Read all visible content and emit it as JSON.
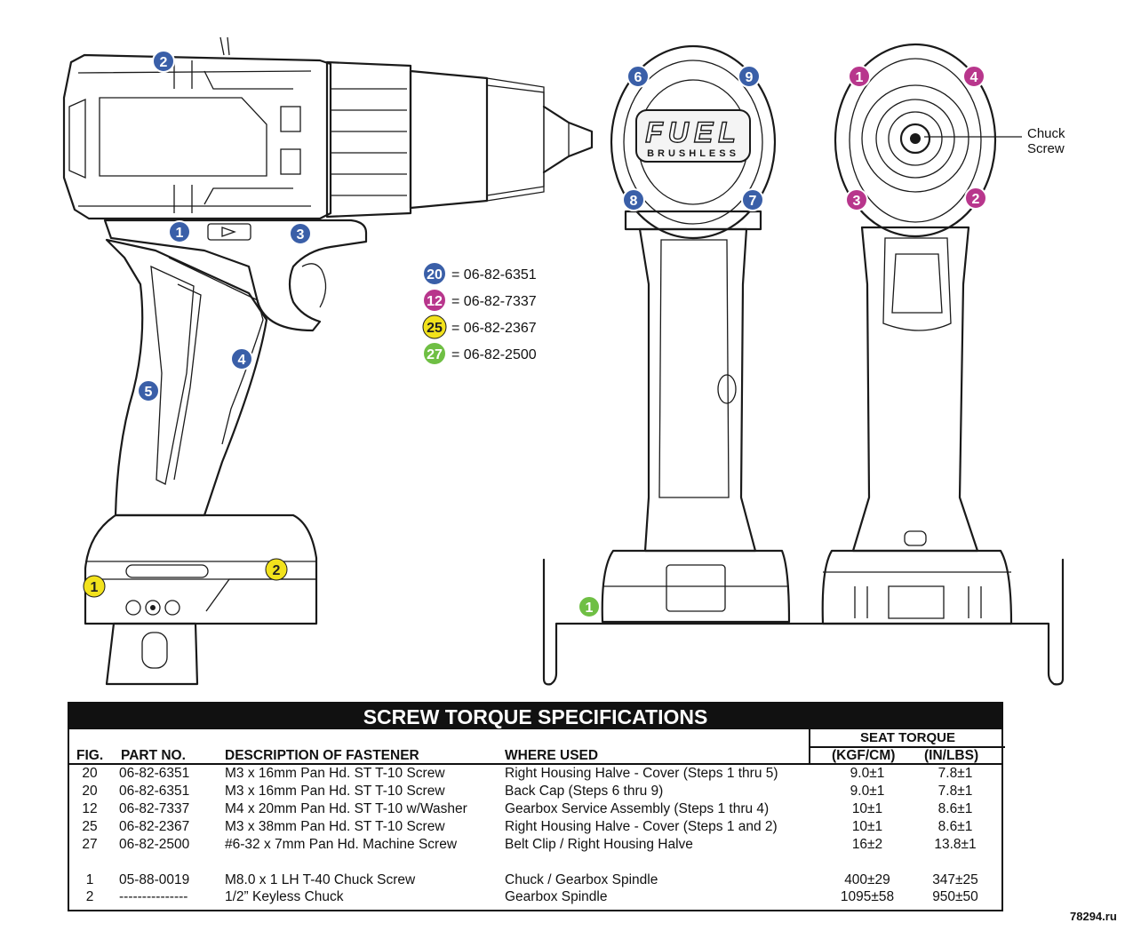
{
  "callout_colors": {
    "blue": "#3a5fa8",
    "magenta": "#b8368c",
    "yellow": "#f2e21c",
    "green": "#6fbf44"
  },
  "side_view": {
    "callouts": [
      {
        "label": "2",
        "color": "blue"
      },
      {
        "label": "1",
        "color": "blue"
      },
      {
        "label": "3",
        "color": "blue"
      },
      {
        "label": "4",
        "color": "blue"
      },
      {
        "label": "5",
        "color": "blue"
      },
      {
        "label": "1",
        "color": "yellow"
      },
      {
        "label": "2",
        "color": "yellow"
      }
    ]
  },
  "back_view": {
    "brand_text": "FUEL",
    "brand_subtext": "BRUSHLESS",
    "callouts": [
      {
        "label": "6",
        "color": "blue"
      },
      {
        "label": "9",
        "color": "blue"
      },
      {
        "label": "8",
        "color": "blue"
      },
      {
        "label": "7",
        "color": "blue"
      },
      {
        "label": "1",
        "color": "green"
      }
    ]
  },
  "front_view": {
    "chuck_label_line1": "Chuck",
    "chuck_label_line2": "Screw",
    "callouts": [
      {
        "label": "1",
        "color": "magenta"
      },
      {
        "label": "4",
        "color": "magenta"
      },
      {
        "label": "3",
        "color": "magenta"
      },
      {
        "label": "2",
        "color": "magenta"
      }
    ]
  },
  "legend": [
    {
      "fig": "20",
      "color": "blue",
      "text": "= 06-82-6351"
    },
    {
      "fig": "12",
      "color": "magenta",
      "text": "= 06-82-7337"
    },
    {
      "fig": "25",
      "color": "yellow",
      "text": "= 06-82-2367"
    },
    {
      "fig": "27",
      "color": "green",
      "text": "= 06-82-2500"
    }
  ],
  "table": {
    "title": "SCREW TORQUE SPECIFICATIONS",
    "seat_torque": "SEAT TORQUE",
    "headers": {
      "fig": "FIG.",
      "part": "PART NO.",
      "desc": "DESCRIPTION OF FASTENER",
      "where": "WHERE USED",
      "kgf": "(KGF/CM)",
      "inlb": "(IN/LBS)"
    },
    "rows": [
      {
        "fig": "20",
        "part": "06-82-6351",
        "desc": "M3 x 16mm Pan Hd. ST T-10 Screw",
        "where": "Right Housing Halve - Cover (Steps 1 thru 5)",
        "kgf": "9.0±1",
        "inlb": "7.8±1"
      },
      {
        "fig": "20",
        "part": "06-82-6351",
        "desc": "M3 x 16mm Pan Hd. ST T-10 Screw",
        "where": "Back Cap (Steps 6 thru 9)",
        "kgf": "9.0±1",
        "inlb": "7.8±1"
      },
      {
        "fig": "12",
        "part": "06-82-7337",
        "desc": "M4 x 20mm Pan Hd. ST T-10 w/Washer",
        "where": "Gearbox Service Assembly (Steps 1 thru 4)",
        "kgf": "10±1",
        "inlb": "8.6±1"
      },
      {
        "fig": "25",
        "part": "06-82-2367",
        "desc": "M3 x 38mm Pan Hd. ST T-10 Screw",
        "where": "Right Housing Halve - Cover (Steps 1 and 2)",
        "kgf": "10±1",
        "inlb": "8.6±1"
      },
      {
        "fig": "27",
        "part": "06-82-2500",
        "desc": "#6-32 x 7mm Pan Hd. Machine Screw",
        "where": "Belt Clip / Right Housing Halve",
        "kgf": "16±2",
        "inlb": "13.8±1"
      },
      {
        "fig": "1",
        "part": "05-88-0019",
        "desc": "M8.0 x 1 LH T-40 Chuck Screw",
        "where": "Chuck / Gearbox Spindle",
        "kgf": "400±29",
        "inlb": "347±25"
      },
      {
        "fig": "2",
        "part": "---------------",
        "desc": "1/2” Keyless Chuck",
        "where": "Gearbox Spindle",
        "kgf": "1095±58",
        "inlb": "950±50"
      }
    ]
  },
  "watermark": "78294.ru"
}
